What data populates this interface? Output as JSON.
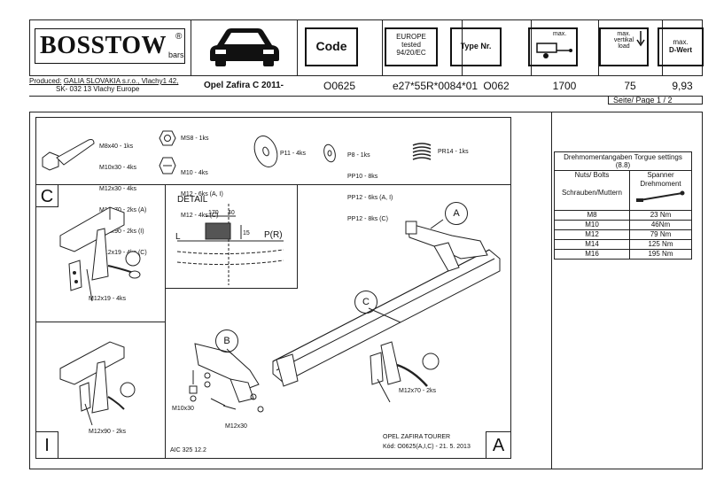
{
  "header": {
    "brand": "BOSSTOW",
    "brand_reg": "®",
    "brand_sub": "bars",
    "code_label": "Code",
    "europe_lines": [
      "EUROPE",
      "tested",
      "94/20/EC"
    ],
    "type_label": "Type Nr.",
    "max_label": "max.",
    "max_vert_lines": [
      "max.",
      "vertikal",
      "load"
    ],
    "dwert_lines": [
      "max.",
      "D-Wert"
    ]
  },
  "info": {
    "company_label": "Produced:",
    "company_line1": "GALIA SLOVAKIA s.r.o., Vlachy1 42,",
    "company_line2": "SK- 032 13 Vlachy    Europe",
    "vehicle": "Opel Zafira C 2011-",
    "code": "O0625",
    "approval": "e27*55R*0084*01",
    "type_nr": "O062",
    "max_load": "1700",
    "vertical_load": "75",
    "d_value": "9,93",
    "page": "Seite/ Page  1 / 2"
  },
  "parts": {
    "bolts": [
      "M8x40 - 1ks",
      "M10x30 - 4ks",
      "M12x30 - 4ks",
      "M12x70 - 2ks (A)",
      "M12x90 - 2ks (I)",
      "M12x19 - 4ks (C)"
    ],
    "nuts_a": "MS8 - 1ks",
    "nuts_b": [
      "M10 - 4ks",
      "M12 - 6ks (A, I)",
      "M12 - 4ks (C)"
    ],
    "washer_big": "P11 - 4ks",
    "washers": [
      "P8 - 1ks",
      "PP10 - 8ks",
      "PP12 - 6ks (A, I)",
      "PP12 - 8ks (C)"
    ],
    "spring": "PR14 - 1ks"
  },
  "detail": {
    "title": "DETAIL",
    "dim1": "170",
    "dim2": "40",
    "dim3": "15",
    "label_l": "L",
    "label_p": "P(R)"
  },
  "labels": {
    "c": "C",
    "i": "I",
    "a": "A",
    "callout_a": "A",
    "callout_b": "B",
    "callout_c": "C",
    "m12x19": "M12x19 - 4ks",
    "m12x90": "M12x90 - 2ks",
    "m12x70": "M12x70 - 2ks",
    "m10x30": "M10x30",
    "m12x30": "M12x30",
    "aic": "AIC 325 12.2",
    "footer_model": "OPEL ZAFIRA TOURER",
    "footer_code": "Kód: O0625(A,I,C) - 21. 5. 2013"
  },
  "torque": {
    "title_lines": [
      "Drehmomentangaben Torgue settings",
      "(8.8)"
    ],
    "col1_lines": [
      "Nuts/ Bolts",
      "",
      "Schrauben/Muttern"
    ],
    "col2_lines": [
      "Spanner",
      "Drehmoment"
    ],
    "rows": [
      {
        "size": "M8",
        "nm": "23 Nm"
      },
      {
        "size": "M10",
        "nm": "46Nm"
      },
      {
        "size": "M12",
        "nm": "79 Nm"
      },
      {
        "size": "M14",
        "nm": "125 Nm"
      },
      {
        "size": "M16",
        "nm": "195 Nm"
      }
    ]
  }
}
